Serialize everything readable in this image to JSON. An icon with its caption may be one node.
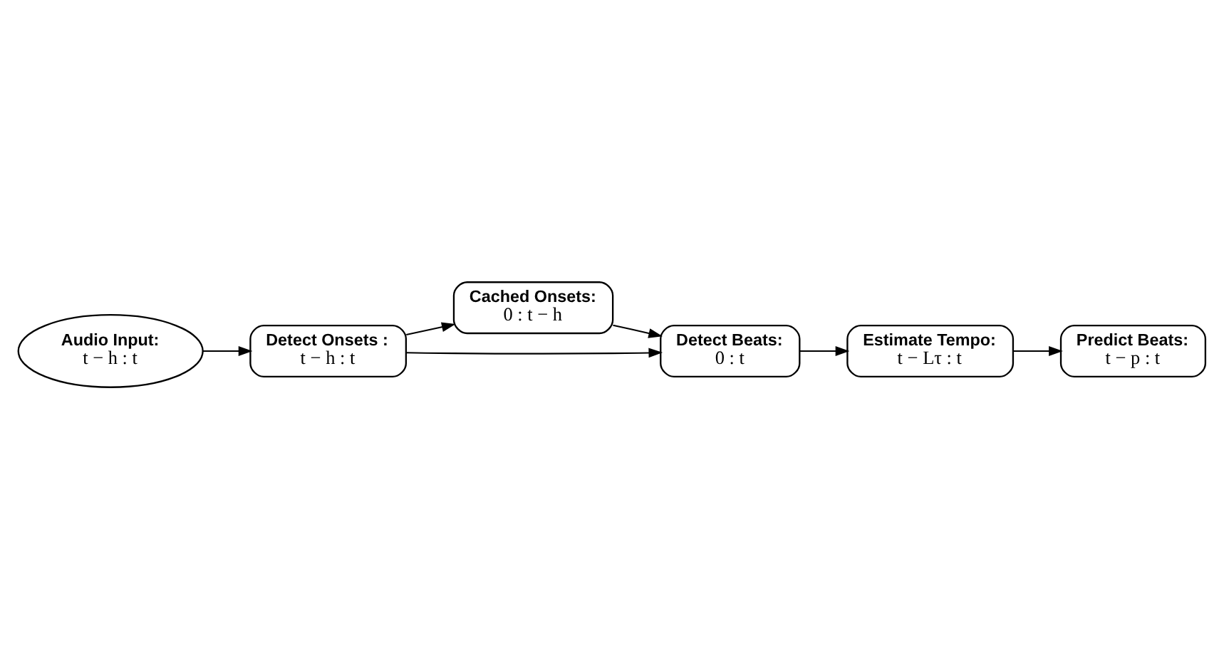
{
  "diagram": {
    "nodes": [
      {
        "text": [
          "Cached Onsets:",
          "0 : t − h"
        ]
      },
      {
        "text": [
          "Detect Onsets :",
          "t − h : t"
        ]
      },
      {
        "text": [
          "Detect Beats:",
          "0 : t"
        ]
      },
      {
        "text": [
          "Audio Input:",
          "t − h : t"
        ]
      },
      {
        "text": [
          "Estimate Tempo:",
          "t − Lτ : t"
        ]
      },
      {
        "text": [
          "Predict Beats:",
          "t − p : t"
        ]
      }
    ],
    "edges": [
      {
        "from": 3,
        "to": 1,
        "arrow": "to"
      },
      {
        "from": 1,
        "to": 0,
        "arrow": "to"
      },
      {
        "from": 1,
        "to": 2,
        "arrow": "to"
      },
      {
        "from": 0,
        "to": 2,
        "arrow": "to"
      },
      {
        "from": 2,
        "to": 4,
        "arrow": "to"
      },
      {
        "from": 4,
        "to": 5,
        "arrow": "to"
      }
    ]
  }
}
